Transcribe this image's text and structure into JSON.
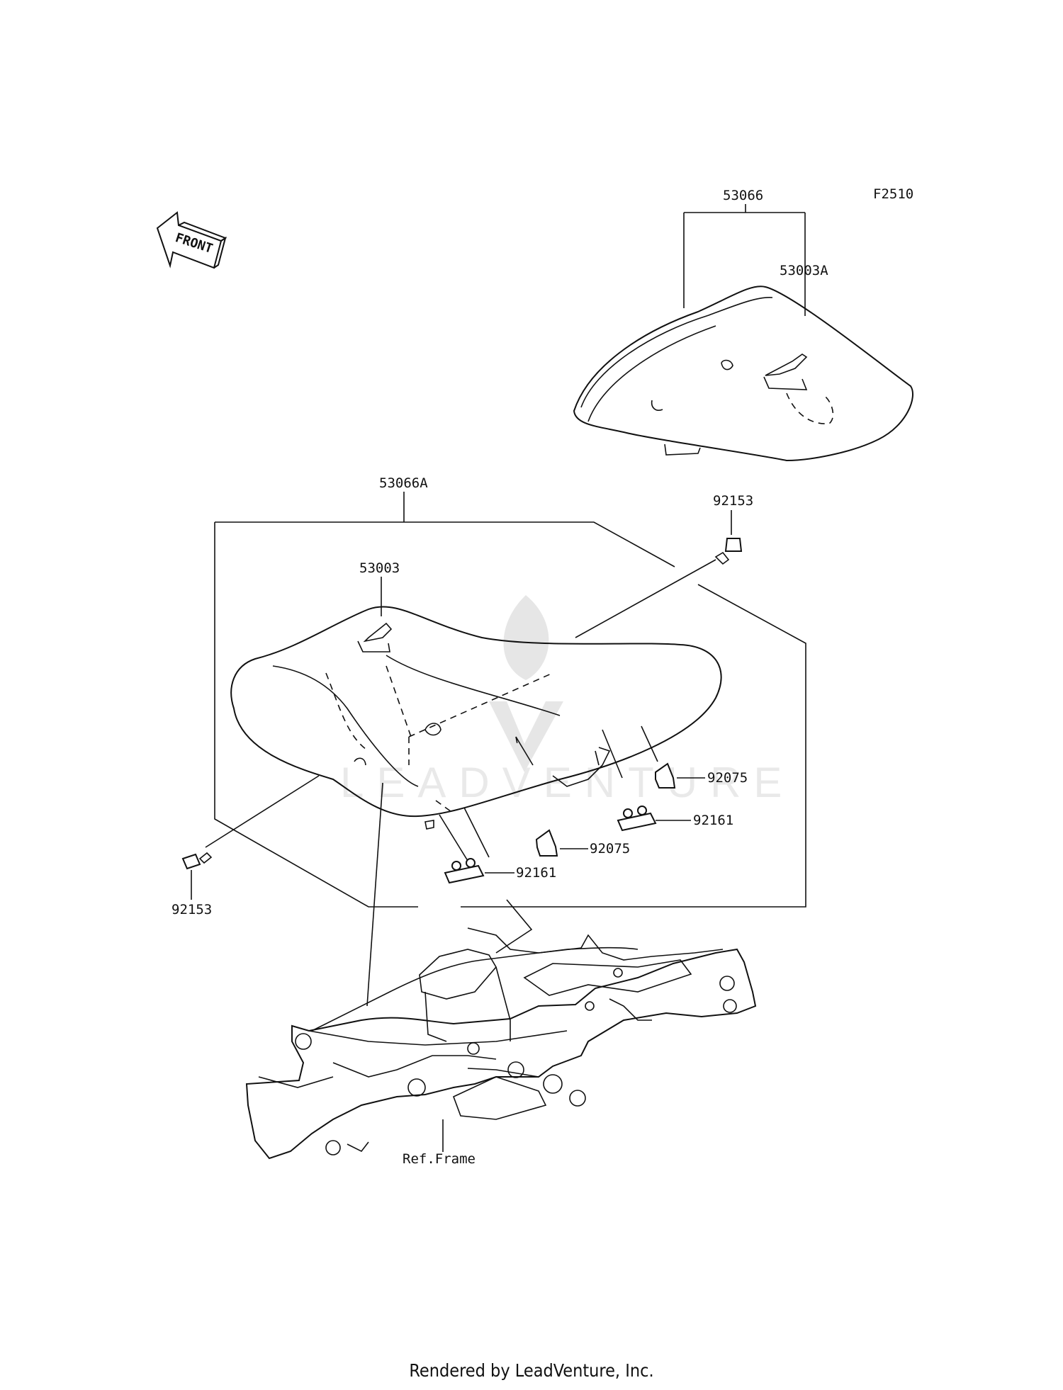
{
  "diagram_code": "F2510",
  "front_label": "FRONT",
  "parts": {
    "p53066": "53066",
    "p53003A": "53003A",
    "p53066A": "53066A",
    "p53003": "53003",
    "p92153_top": "92153",
    "p92153_bottom": "92153",
    "p92075_right": "92075",
    "p92075_mid": "92075",
    "p92161_right": "92161",
    "p92161_mid": "92161",
    "ref_frame": "Ref.Frame"
  },
  "watermark_text": "LEADVENTURE",
  "footer": "Rendered by LeadVenture, Inc."
}
